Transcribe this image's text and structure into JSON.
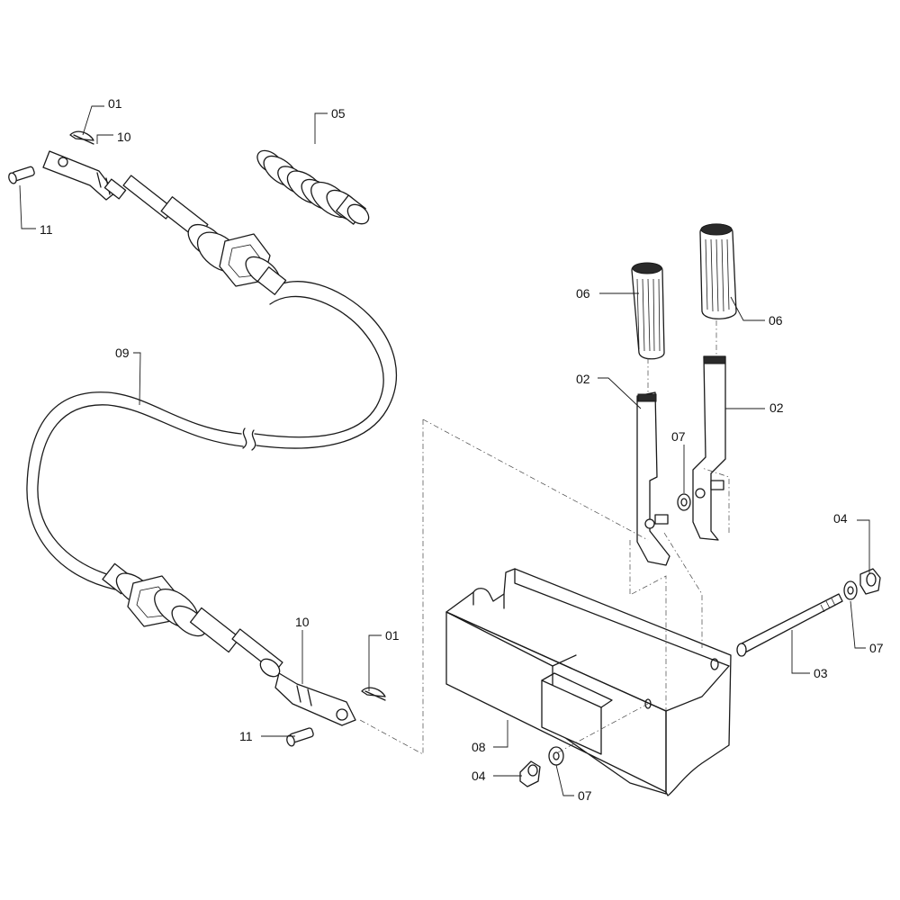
{
  "callouts": {
    "c01a": "01",
    "c10a": "10",
    "c11a": "11",
    "c05": "05",
    "c09": "09",
    "c06a": "06",
    "c06b": "06",
    "c02a": "02",
    "c02b": "02",
    "c07a": "07",
    "c04a": "04",
    "c07b": "07",
    "c03": "03",
    "c01b": "01",
    "c10b": "10",
    "c11b": "11",
    "c08": "08",
    "c04b": "04",
    "c07c": "07"
  }
}
